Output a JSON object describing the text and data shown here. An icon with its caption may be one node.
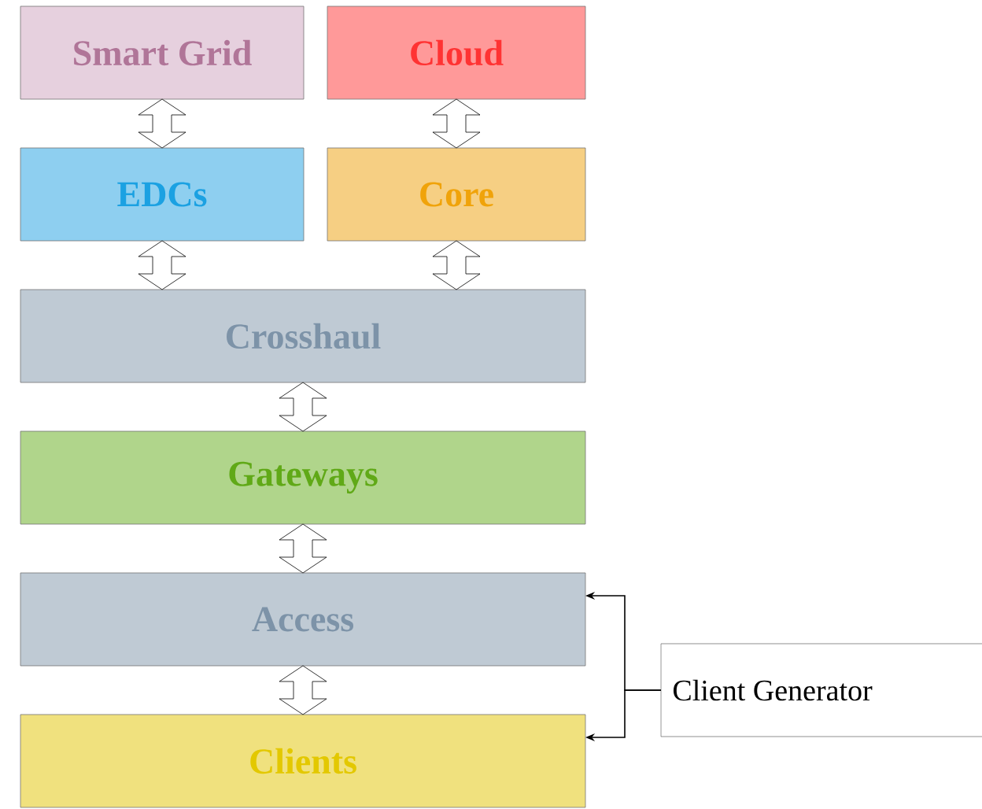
{
  "diagram": {
    "nodes": [
      {
        "text": [
          "Smart Grid"
        ]
      },
      {
        "text": [
          "Cloud"
        ]
      },
      {
        "text": [
          "EDCs"
        ]
      },
      {
        "text": [
          "Core"
        ]
      },
      {
        "text": [
          "Crosshaul"
        ]
      },
      {
        "text": [
          "Gateways"
        ]
      },
      {
        "text": [
          "Access"
        ]
      },
      {
        "text": [
          "Clients"
        ]
      },
      {
        "text": [
          "Client Generator"
        ]
      }
    ],
    "edges": [
      {
        "from": 0,
        "to": 2,
        "arrow": "both"
      },
      {
        "from": 1,
        "to": 3,
        "arrow": "both"
      },
      {
        "from": 2,
        "to": 4,
        "arrow": "both"
      },
      {
        "from": 3,
        "to": 4,
        "arrow": "both"
      },
      {
        "from": 4,
        "to": 5,
        "arrow": "both"
      },
      {
        "from": 5,
        "to": 6,
        "arrow": "both"
      },
      {
        "from": 6,
        "to": 7,
        "arrow": "both"
      },
      {
        "from": 8,
        "to": 6,
        "arrow": "to"
      },
      {
        "from": 8,
        "to": 7,
        "arrow": "to"
      }
    ]
  }
}
